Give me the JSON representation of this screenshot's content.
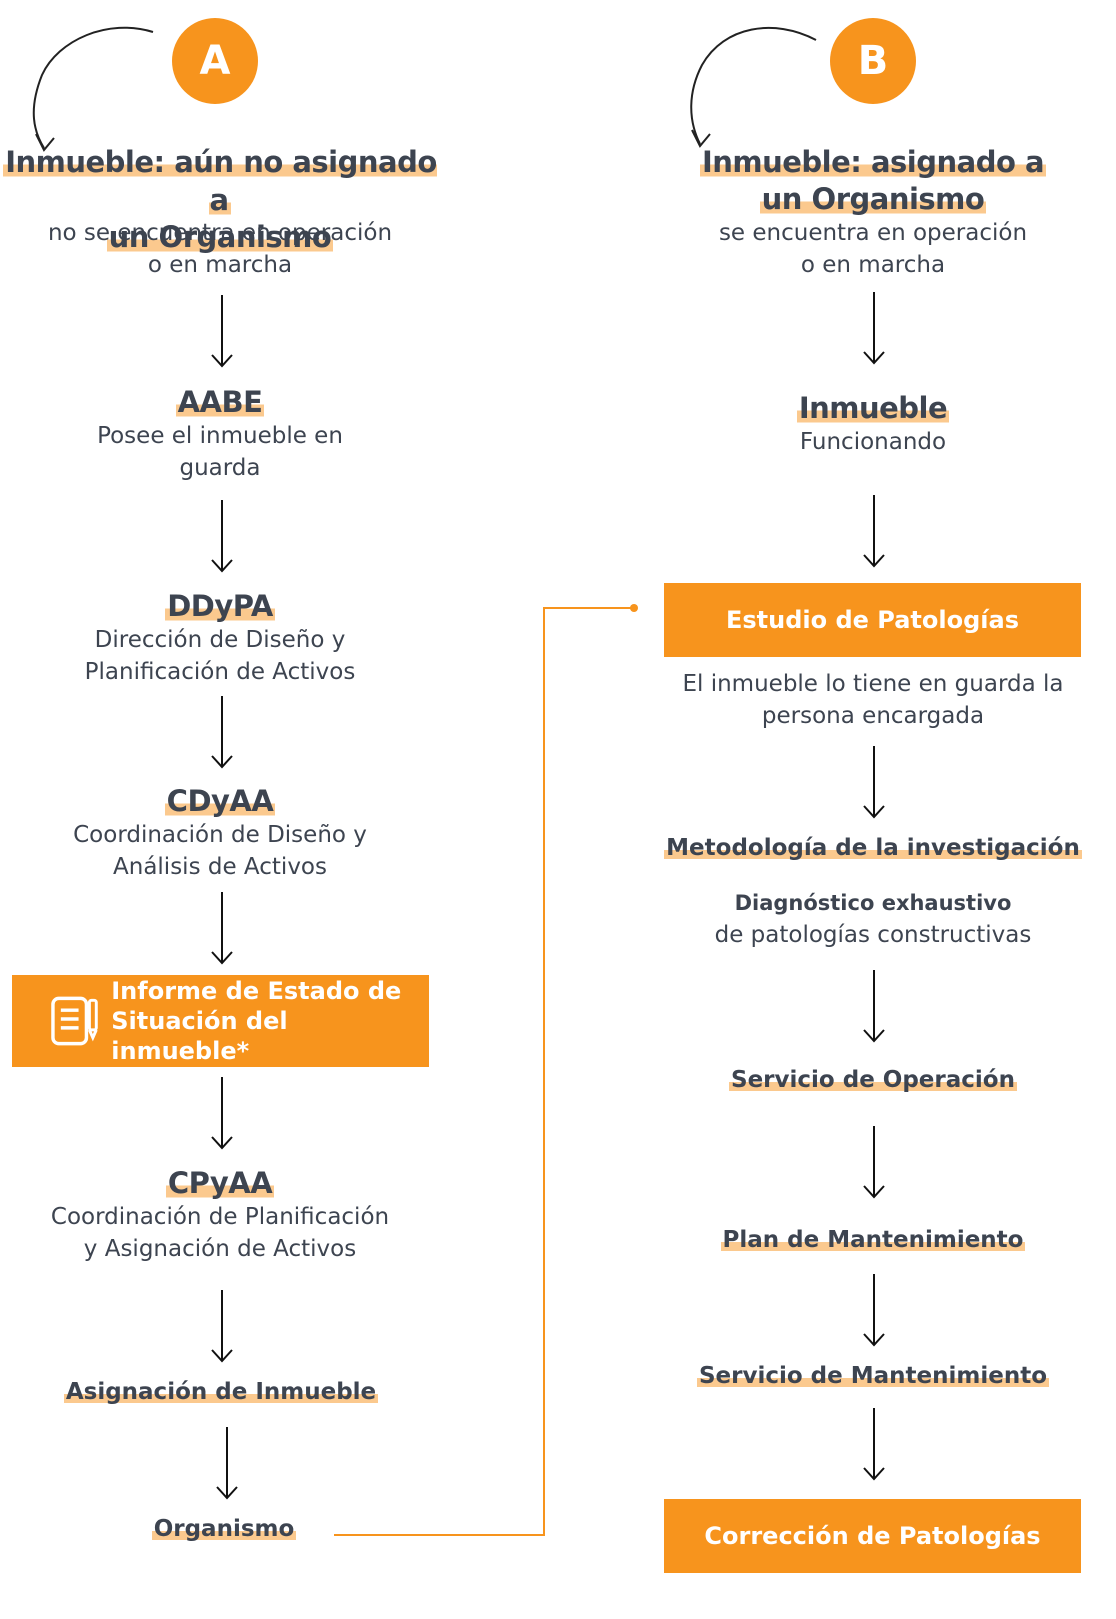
{
  "colA": {
    "badge": "A",
    "title_line1": "Inmueble: aún no asignado a",
    "title_line2": "un Organismo",
    "subtitle_line1": "no se encuentra en operación",
    "subtitle_line2": "o en marcha",
    "steps": [
      {
        "title": "AABE",
        "desc1": "Posee el inmueble en",
        "desc2": "guarda"
      },
      {
        "title": "DDyPA",
        "desc1": "Dirección de Diseño y",
        "desc2": "Planificación de Activos"
      },
      {
        "title": "CDyAA",
        "desc1": "Coordinación de Diseño y",
        "desc2": "Análisis de Activos"
      }
    ],
    "report_box_line1": "Informe de Estado de",
    "report_box_line2": "Situación del inmueble*",
    "report_icon": "document-edit-icon",
    "step4": {
      "title": "CPyAA",
      "desc1": "Coordinación de Planificación",
      "desc2": "y Asignación de Activos"
    },
    "assignment": "Asignación de Inmueble",
    "organism": "Organismo"
  },
  "colB": {
    "badge": "B",
    "title_line1": "Inmueble: asignado a",
    "title_line2": "un Organismo",
    "subtitle_line1": "se encuentra en operación",
    "subtitle_line2": "o en marcha",
    "step1": {
      "title": "Inmueble",
      "desc": "Funcionando"
    },
    "patology_box": "Estudio de Patologías",
    "patology_desc1": "El inmueble lo tiene en guarda la",
    "patology_desc2": "persona encargada",
    "methodology": "Metodología de la investigación",
    "diagnosis_bold": "Diagnóstico exhaustivo",
    "diagnosis_rest": "de patologías constructivas",
    "operation": "Servicio de Operación",
    "plan": "Plan de Mantenimiento",
    "maintenance": "Servicio de Mantenimiento",
    "correction_box": "Corrección de Patologías"
  },
  "colors": {
    "accent": "#f7941d",
    "highlight": "#fbc98e",
    "text": "#3d4450"
  }
}
